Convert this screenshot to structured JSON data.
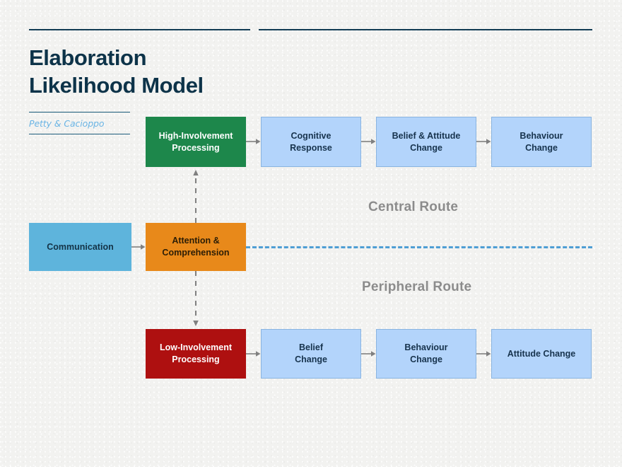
{
  "slide": {
    "title": "Elaboration\nLikelihood Model",
    "subtitle": "Petty & Cacioppo",
    "background_color": "#f2f2f0",
    "title_color": "#0d3349",
    "subtitle_color": "#6ab4e4",
    "rule_color": "#123c54"
  },
  "routes": {
    "central_label": "Central Route",
    "peripheral_label": "Peripheral Route",
    "divider_color": "#4e9ed4",
    "label_color": "#8c8c8c"
  },
  "nodes": {
    "high_involvement": {
      "label": "High-Involvement\nProcessing",
      "fill": "#1d874b",
      "text_color": "#ffffff"
    },
    "cognitive_response": {
      "label": "Cognitive\nResponse",
      "fill": "#b3d4fb",
      "text_color": "#17334d"
    },
    "belief_attitude_change": {
      "label": "Belief & Attitude\nChange",
      "fill": "#b3d4fb",
      "text_color": "#17334d"
    },
    "behaviour_change_central": {
      "label": "Behaviour\nChange",
      "fill": "#b3d4fb",
      "text_color": "#17334d"
    },
    "communication": {
      "label": "Communication",
      "fill": "#5eb4dc",
      "text_color": "#143347"
    },
    "attention_comprehension": {
      "label": "Attention &\nComprehension",
      "fill": "#e8891a",
      "text_color": "#2b1d06"
    },
    "low_involvement": {
      "label": "Low-Involvement\nProcessing",
      "fill": "#ae1010",
      "text_color": "#ffffff"
    },
    "belief_change": {
      "label": "Belief\nChange",
      "fill": "#b3d4fb",
      "text_color": "#17334d"
    },
    "behaviour_change_peripheral": {
      "label": "Behaviour\nChange",
      "fill": "#b3d4fb",
      "text_color": "#17334d"
    },
    "attitude_change": {
      "label": "Attitude Change",
      "fill": "#b3d4fb",
      "text_color": "#17334d"
    }
  },
  "connectors": {
    "arrow_color": "#808080",
    "solid": [
      {
        "name": "high-involvement-to-cognitive-response"
      },
      {
        "name": "cognitive-response-to-belief-attitude-change"
      },
      {
        "name": "belief-attitude-change-to-behaviour-change"
      },
      {
        "name": "communication-to-attention-comprehension"
      },
      {
        "name": "low-involvement-to-belief-change"
      },
      {
        "name": "belief-change-to-behaviour-change"
      },
      {
        "name": "behaviour-change-to-attitude-change"
      }
    ],
    "dashed": [
      {
        "name": "attention-comprehension-to-high-involvement",
        "direction": "up"
      },
      {
        "name": "attention-comprehension-to-low-involvement",
        "direction": "down"
      }
    ]
  }
}
